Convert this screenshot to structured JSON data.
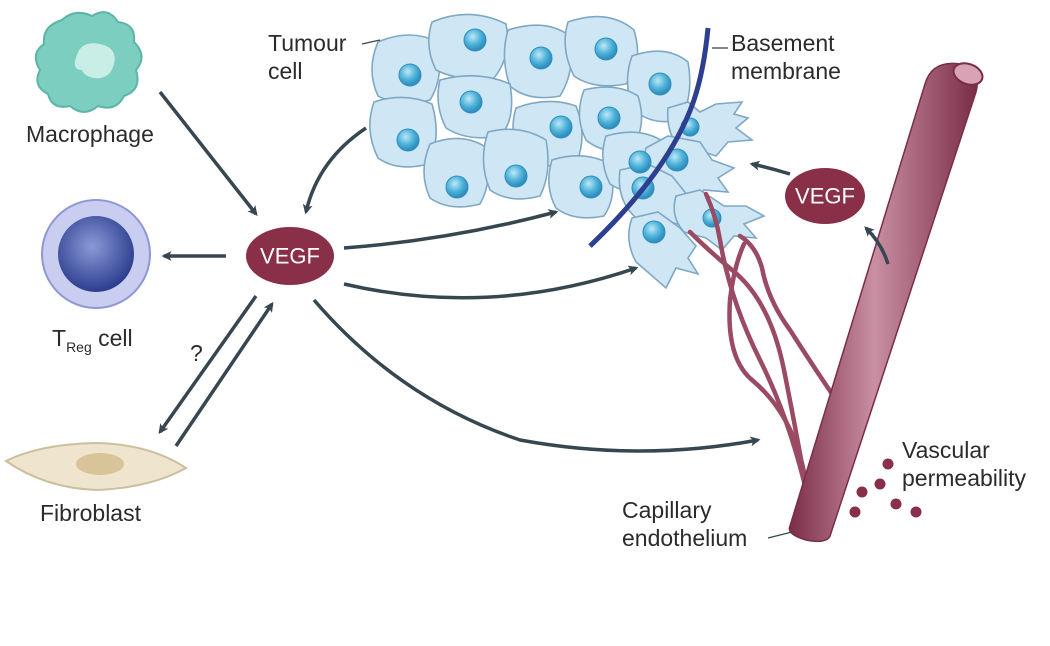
{
  "labels": {
    "macrophage": "Macrophage",
    "treg_prefix": "T",
    "treg_sub": "Reg",
    "treg_suffix": " cell",
    "fibroblast": "Fibroblast",
    "question": "?",
    "tumour_line1": "Tumour",
    "tumour_line2": "cell",
    "basement_line1": "Basement",
    "basement_line2": "membrane",
    "vascular_line1": "Vascular",
    "vascular_line2": "permeability",
    "capillary_line1": "Capillary",
    "capillary_line2": "endothelium"
  },
  "vegf": {
    "central": "VEGF",
    "right": "VEGF"
  },
  "colors": {
    "arrow": "#37474f",
    "vegf_fill": "#8a2f48",
    "vessel": "#9b4a63",
    "tumour_fill": "#cfe6f5",
    "nucleus": "#4fb3d9",
    "membrane": "#2e3f8f",
    "macrophage": "#7ccfc0",
    "treg": "#3f51a3",
    "fibroblast": "#efe5cf"
  }
}
